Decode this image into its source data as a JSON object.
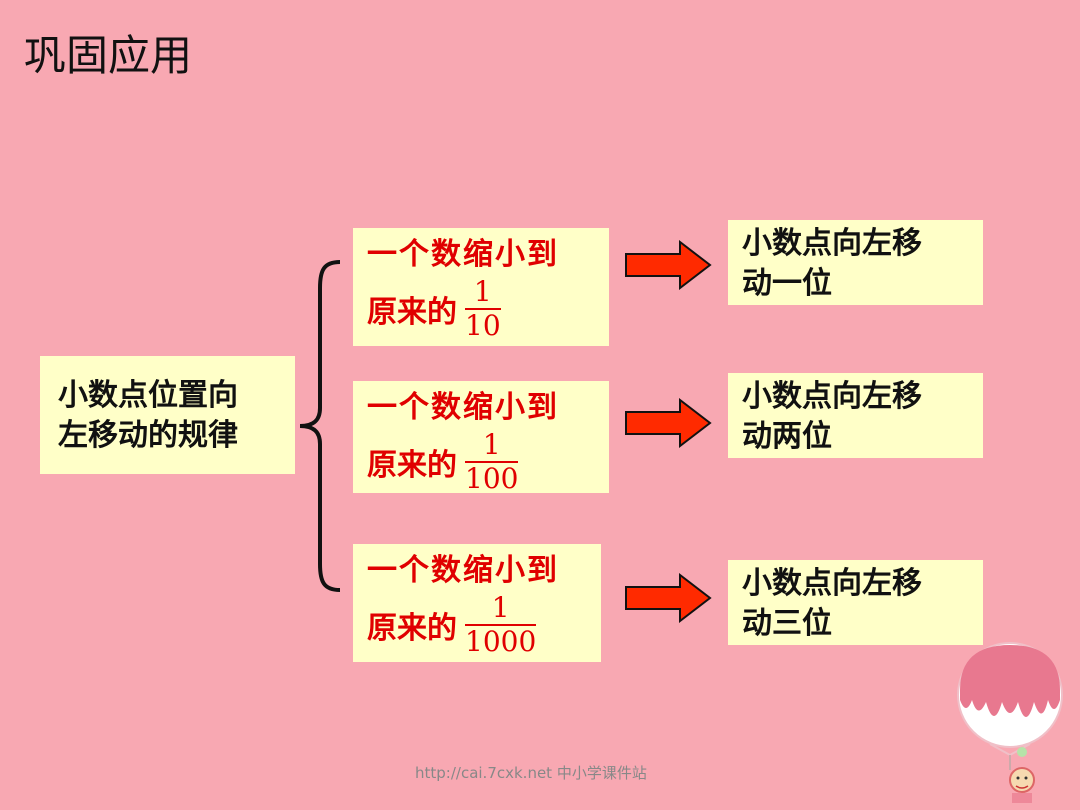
{
  "title": "巩固应用",
  "root": {
    "line1": "小数点位置向",
    "line2": "左移动的规律"
  },
  "rules": [
    {
      "line1": "一个数缩小到",
      "prefix": "原来的",
      "num": "1",
      "den": "10",
      "result1": "小数点向左移",
      "result2": "动一位"
    },
    {
      "line1": "一个数缩小到",
      "prefix": "原来的",
      "num": "1",
      "den": "100",
      "result1": "小数点向左移",
      "result2": "动两位"
    },
    {
      "line1": "一个数缩小到",
      "prefix": "原来的",
      "num": "1",
      "den": "1000",
      "result1": "小数点向左移",
      "result2": "动三位"
    }
  ],
  "footer": "http://cai.7cxk.net 中小学课件站",
  "colors": {
    "background": "#f8a8b2",
    "box": "#ffffc8",
    "highlight": "#e00000",
    "arrow": "#ff2a00"
  }
}
